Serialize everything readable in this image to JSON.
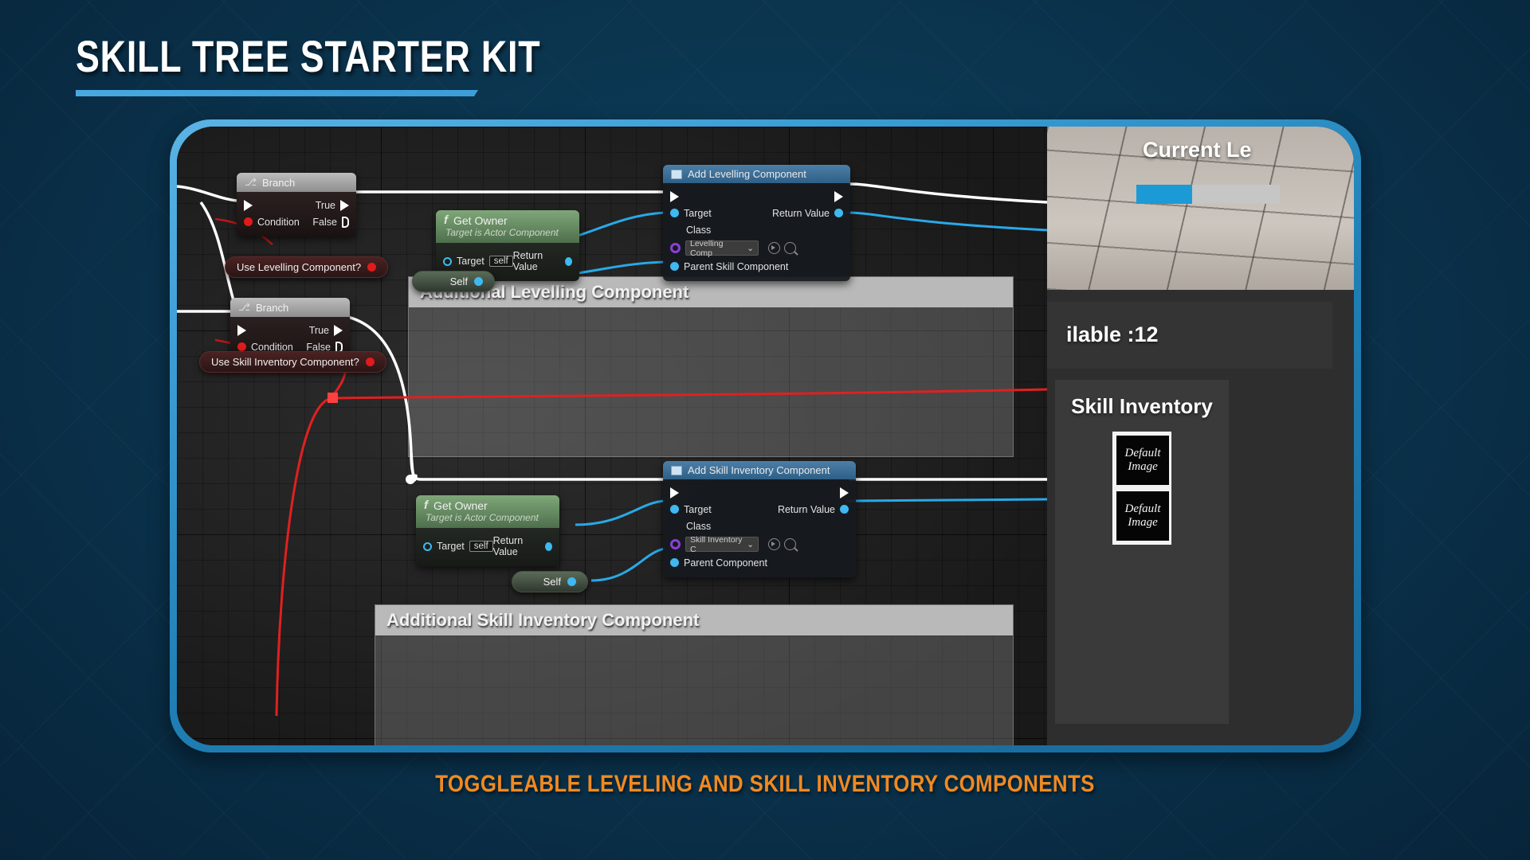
{
  "page": {
    "title": "SKILL TREE STARTER KIT",
    "caption": "TOGGLEABLE LEVELING AND SKILL INVENTORY COMPONENTS",
    "accent_blue": "#3e9ed8",
    "accent_orange": "#ef8a22",
    "background": "#0a3450"
  },
  "blueprint": {
    "comments": [
      {
        "title": "Additional Levelling Component"
      },
      {
        "title": "Additional Skill Inventory Component"
      }
    ],
    "branch_nodes": [
      {
        "title": "Branch",
        "true_label": "True",
        "false_label": "False",
        "condition_label": "Condition"
      },
      {
        "title": "Branch",
        "true_label": "True",
        "false_label": "False",
        "condition_label": "Condition"
      }
    ],
    "variable_nodes": [
      {
        "label": "Use Levelling Component?"
      },
      {
        "label": "Use Skill Inventory Component?"
      }
    ],
    "get_owner_nodes": [
      {
        "title": "Get Owner",
        "subtitle": "Target is Actor Component",
        "target_label": "Target",
        "target_value": "self",
        "return_label": "Return Value"
      },
      {
        "title": "Get Owner",
        "subtitle": "Target is Actor Component",
        "target_label": "Target",
        "target_value": "self",
        "return_label": "Return Value"
      }
    ],
    "self_nodes": [
      {
        "label": "Self"
      },
      {
        "label": "Self"
      }
    ],
    "component_nodes": [
      {
        "title": "Add Levelling Component",
        "target_label": "Target",
        "return_label": "Return Value",
        "class_label": "Class",
        "class_value": "Levelling Comp",
        "parent_label": "Parent Skill Component"
      },
      {
        "title": "Add Skill Inventory Component",
        "target_label": "Target",
        "return_label": "Return Value",
        "class_label": "Class",
        "class_value": "Skill Inventory C",
        "parent_label": "Parent Component"
      }
    ]
  },
  "game_hud": {
    "level_text": "Current Le",
    "xp_percent": 39,
    "points_text": "ilable :12",
    "inventory_title": "Skill Inventory",
    "slots": [
      {
        "line1": "Default",
        "line2": "Image"
      },
      {
        "line1": "Default",
        "line2": "Image"
      }
    ]
  }
}
